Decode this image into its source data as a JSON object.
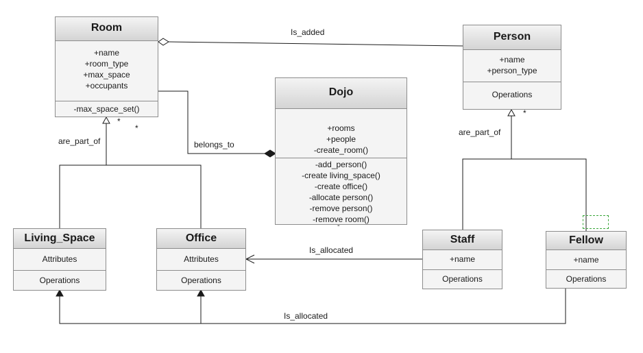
{
  "classes": {
    "room": {
      "name": "Room",
      "attributes": [
        "+name",
        "+room_type",
        "+max_space",
        "+occupants"
      ],
      "operations": [
        "-max_space_set()"
      ]
    },
    "person": {
      "name": "Person",
      "attributes": [
        "+name",
        "+person_type"
      ],
      "operations": [
        "Operations"
      ]
    },
    "dojo": {
      "name": "Dojo",
      "attributes": [
        "+rooms",
        "+people",
        "-create_room()"
      ],
      "operations": [
        "-add_person()",
        "-create living_space()",
        "-create office()",
        "-allocate person()",
        "-remove person()",
        "-remove room()",
        "-"
      ]
    },
    "living_space": {
      "name": "Living_Space",
      "attributes": [
        "Attributes"
      ],
      "operations": [
        "Operations"
      ]
    },
    "office": {
      "name": "Office",
      "attributes": [
        "Attributes"
      ],
      "operations": [
        "Operations"
      ]
    },
    "staff": {
      "name": "Staff",
      "attributes": [
        "+name"
      ],
      "operations": [
        "Operations"
      ]
    },
    "fellow": {
      "name": "Fellow",
      "attributes": [
        "+name"
      ],
      "operations": [
        "Operations"
      ]
    }
  },
  "relations": {
    "is_added": "Is_added",
    "belongs_to": "belongs_to",
    "room_are_part_of": "are_part_of",
    "person_are_part_of": "are_part_of",
    "staff_is_allocated": "Is_allocated",
    "fellow_is_allocated": "Is_allocated"
  },
  "multiplicity": {
    "room_a": "*",
    "room_b": "*",
    "person": "*"
  },
  "colors": {
    "header_top": "#f4f4f4",
    "header_bottom": "#d4d4d4",
    "border": "#8c8c8c",
    "line": "#1a1a1a",
    "selection_marker": "#3aa63a"
  }
}
